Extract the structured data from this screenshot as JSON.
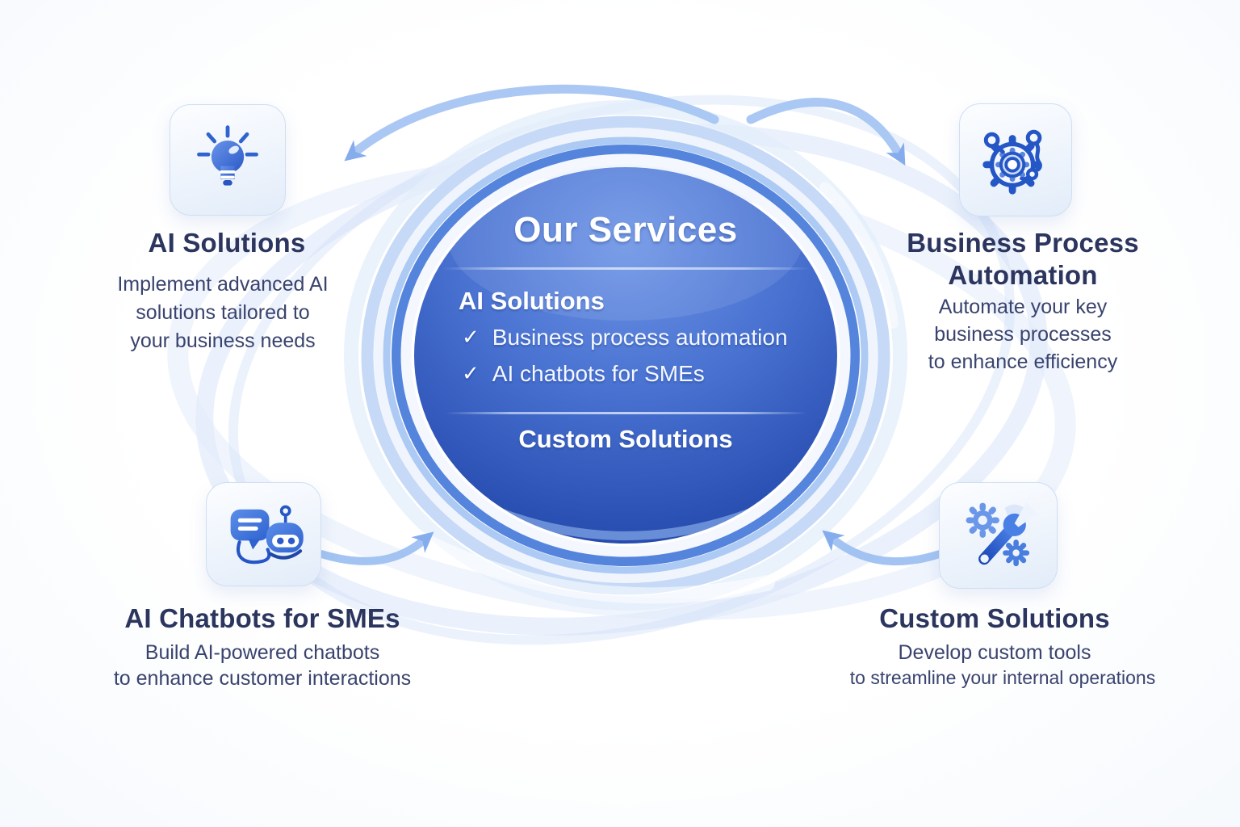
{
  "center": {
    "title": "Our Services",
    "items": [
      {
        "text": "AI Solutions"
      },
      {
        "bullet": "✓",
        "text": "Business process automation"
      },
      {
        "bullet": "✓",
        "text": "AI chatbots for SMEs"
      }
    ],
    "footer": "Custom Solutions"
  },
  "quadrants": {
    "top_left": {
      "icon": "lightbulb-icon",
      "heading": "AI Solutions",
      "lines": [
        "Implement advanced AI",
        "solutions tailored to",
        "your business needs"
      ]
    },
    "top_right": {
      "icon": "process-gear-icon",
      "heading": "Business Process Automation",
      "lines": [
        "Automate your key",
        "business processes",
        "to enhance efficiency"
      ]
    },
    "bottom_left": {
      "icon": "chatbot-icon",
      "heading": "AI Chatbots for SMEs",
      "lines": [
        "Build AI-powered chatbots",
        "to enhance customer interactions"
      ]
    },
    "bottom_right": {
      "icon": "wrench-gears-icon",
      "heading": "Custom Solutions",
      "lines": [
        "Develop custom tools",
        "to streamline your internal operations"
      ]
    }
  },
  "colors": {
    "accent_blue": "#2f63cf",
    "circle_top": "#6e95e6",
    "circle_bottom": "#1e3f9c",
    "ring_blue": "#5584dd",
    "arrow_blue": "#a6c6f3",
    "heading_text": "#2b355e",
    "body_text": "#39436e",
    "check": "#ffffff"
  }
}
